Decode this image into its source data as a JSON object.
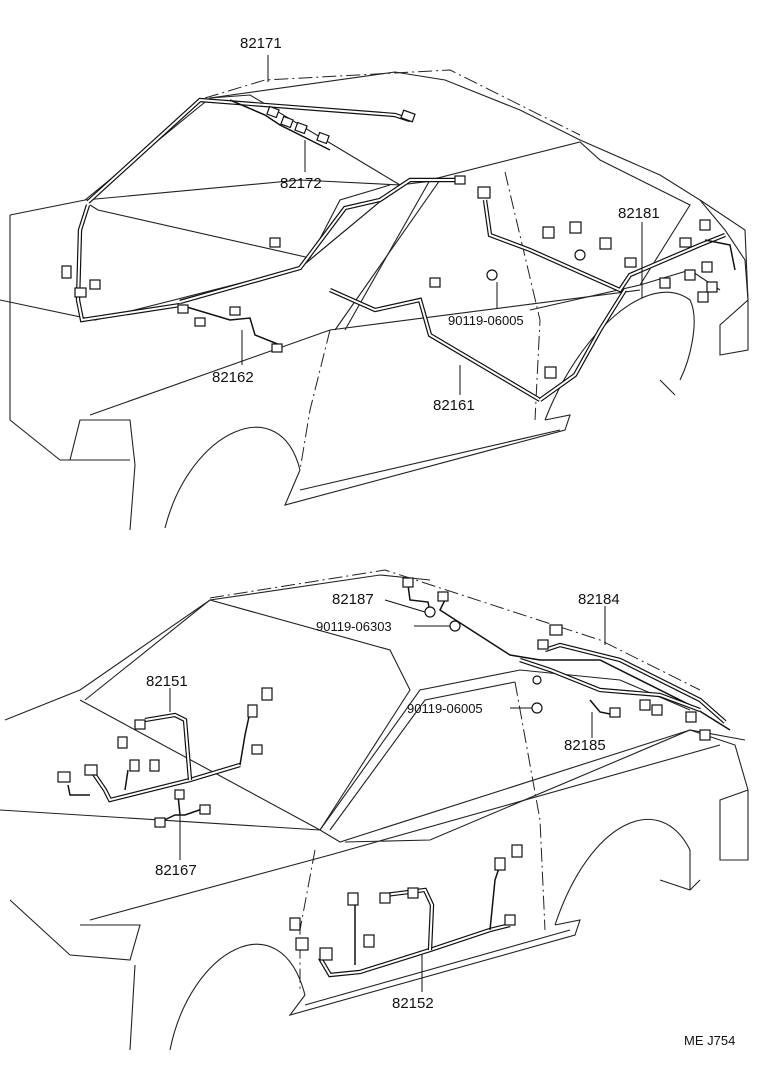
{
  "diagram": {
    "code": "ME J754",
    "top_view": {
      "parts": [
        "82171",
        "82172",
        "82181",
        "90119-06005",
        "82162",
        "82161"
      ]
    },
    "bottom_view": {
      "parts": [
        "82187",
        "90119-06303",
        "82184",
        "82151",
        "90119-06005",
        "82185",
        "82167",
        "82152"
      ]
    }
  }
}
